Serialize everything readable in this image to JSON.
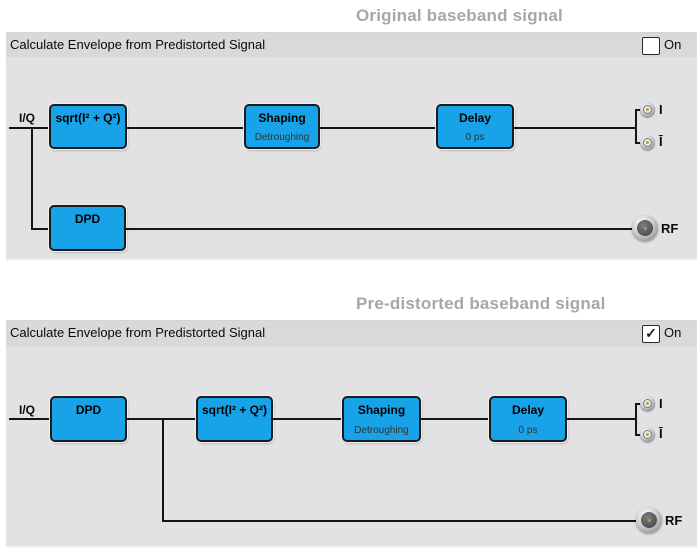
{
  "colors": {
    "block_fill": "#18a2e8",
    "panel_bg": "#e2e2e4",
    "header_bar_bg": "#d9d9db",
    "figure_title_gray": "#a7a7a9",
    "line": "#141414"
  },
  "panels": [
    {
      "title": "Original baseband signal",
      "header": {
        "label": "Calculate Envelope from Predistorted Signal",
        "on_label": "On",
        "checked": false,
        "check_glyph": ""
      },
      "input_label": "I/Q",
      "blocks": {
        "sqrt": {
          "label": "sqrt(I² + Q²)",
          "sub": ""
        },
        "shaping": {
          "label": "Shaping",
          "sub": "Detroughing"
        },
        "delay": {
          "label": "Delay",
          "sub": "0 ps"
        },
        "dpd": {
          "label": "DPD",
          "sub": ""
        }
      },
      "outputs": {
        "i": "I",
        "i_bar": "Ī",
        "rf": "RF"
      }
    },
    {
      "title": "Pre-distorted baseband signal",
      "header": {
        "label": "Calculate Envelope from Predistorted Signal",
        "on_label": "On",
        "checked": true,
        "check_glyph": "✓"
      },
      "input_label": "I/Q",
      "blocks": {
        "dpd": {
          "label": "DPD",
          "sub": ""
        },
        "sqrt": {
          "label": "sqrt(I² + Q²)",
          "sub": ""
        },
        "shaping": {
          "label": "Shaping",
          "sub": "Detroughing"
        },
        "delay": {
          "label": "Delay",
          "sub": "0 ps"
        }
      },
      "outputs": {
        "i": "I",
        "i_bar": "Ī",
        "rf": "RF"
      }
    }
  ]
}
